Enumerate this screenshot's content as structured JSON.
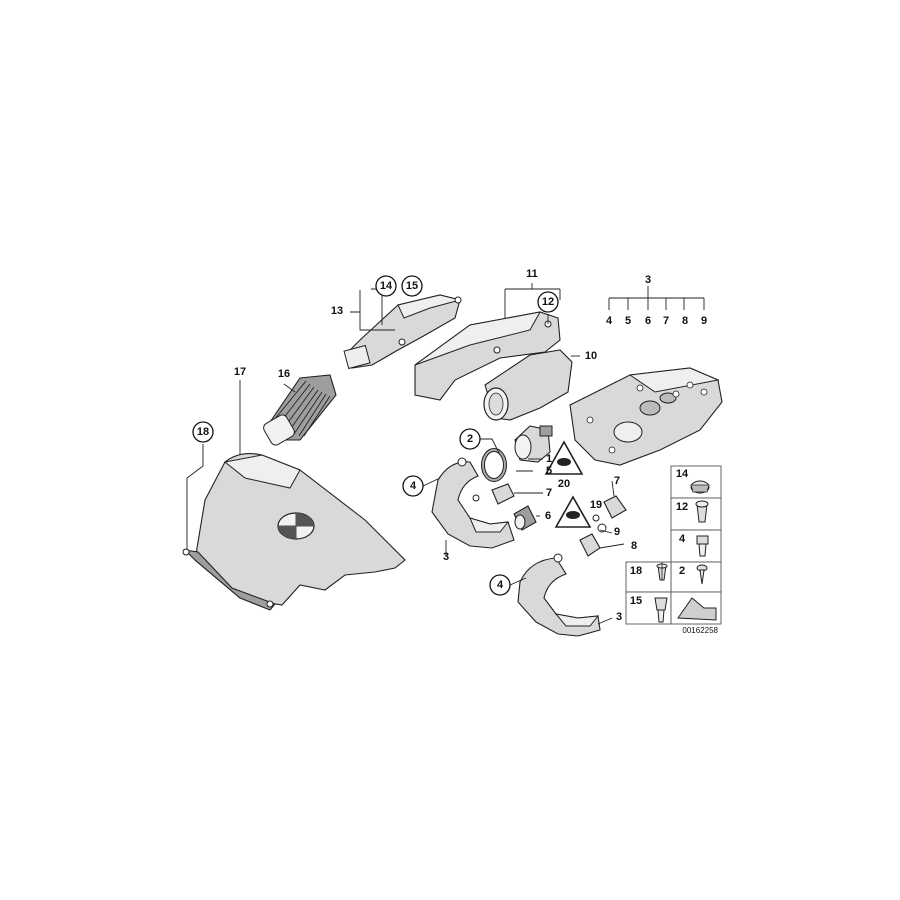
{
  "callouts": {
    "c1": "1",
    "c2": "2",
    "c3a": "3",
    "c3b": "3",
    "c3c": "3",
    "c4a": "4",
    "c4b": "4",
    "c5": "5",
    "c6": "6",
    "c7a": "7",
    "c7b": "7",
    "c8": "8",
    "c9": "9",
    "c10": "10",
    "c11": "11",
    "c12": "12",
    "c13": "13",
    "c14": "14",
    "c15": "15",
    "c16": "16",
    "c17": "17",
    "c18": "18",
    "c19": "19",
    "c20": "20"
  },
  "set_3": {
    "head": "3",
    "members": [
      "4",
      "5",
      "6",
      "7",
      "8",
      "9"
    ]
  },
  "legend": [
    "14",
    "12",
    "4",
    "18",
    "2",
    "15"
  ],
  "ref_number": "00162258"
}
